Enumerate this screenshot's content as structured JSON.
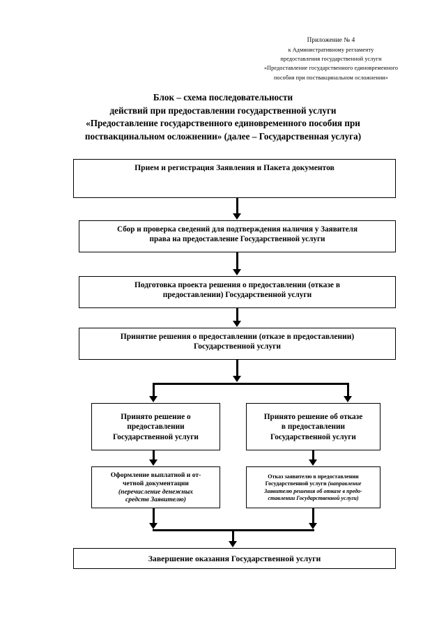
{
  "document": {
    "appendix_ref": {
      "line1": "Приложение № 4",
      "line2": "к Административному регламенту",
      "line3": "предоставления государственной услуги",
      "line4": "«Предоставление государственного единовременного",
      "line5": "пособия при поствакцинальном осложнении»"
    },
    "title": {
      "line1": "Блок – схема последовательности",
      "line2": "действий при предоставлении государственной услуги",
      "line3": "«Предоставление государственного единовременного пособия при",
      "line4": "поствакцинальном осложнении» (далее – Государственная услуга)"
    }
  },
  "flowchart": {
    "type": "flowchart",
    "nodes": [
      {
        "id": "intake",
        "text": "Прием и регистрация Заявления и Пакета документов"
      },
      {
        "id": "collect",
        "line1": "Сбор и проверка сведений для подтверждения наличия у Заявителя",
        "line2": "права  на предоставление Государственной услуги"
      },
      {
        "id": "draft",
        "line1": "Подготовка проекта решения о предоставлении (отказе в",
        "line2": "предоставлении) Государственной услуги"
      },
      {
        "id": "decision",
        "line1": "Принятие решения о предоставлении (отказе в предоставлении)",
        "line2": "Государственной услуги"
      },
      {
        "id": "approved",
        "line1": "Принято решение о",
        "line2": "предоставлении",
        "line3": "Государственной услуги"
      },
      {
        "id": "refused",
        "line1": "Принято решение об отказе",
        "line2": "в  предоставлении",
        "line3": "Государственной услуги"
      },
      {
        "id": "payment",
        "line1": "Оформление выплатной и от-",
        "line2": "четной документации",
        "italic1": "(перечисление денежных",
        "italic2": "средств Заявителю)"
      },
      {
        "id": "refusal_doc",
        "bold1": "Отказ заявителю в предоставлении",
        "bold2": "Государственной услуги ",
        "italic1": "(направление",
        "italic2": "Заявителю решения об отказе в предо-",
        "italic3": "ставлении Государственной услуги)"
      },
      {
        "id": "finish",
        "text": "Завершение оказания Государственной услуги"
      }
    ],
    "edges": [
      {
        "from": "intake",
        "to": "collect",
        "style": "arrow"
      },
      {
        "from": "collect",
        "to": "draft",
        "style": "arrow"
      },
      {
        "from": "draft",
        "to": "decision",
        "style": "arrow"
      },
      {
        "from": "decision",
        "to": "approved",
        "style": "branch-arrow"
      },
      {
        "from": "decision",
        "to": "refused",
        "style": "branch-arrow"
      },
      {
        "from": "approved",
        "to": "payment",
        "style": "arrow"
      },
      {
        "from": "refused",
        "to": "refusal_doc",
        "style": "arrow"
      },
      {
        "from": "payment",
        "to": "finish",
        "style": "merge-arrow"
      },
      {
        "from": "refusal_doc",
        "to": "finish",
        "style": "merge-arrow"
      }
    ],
    "colors": {
      "line": "#000000",
      "box_fill": "#ffffff",
      "text": "#000000"
    }
  }
}
